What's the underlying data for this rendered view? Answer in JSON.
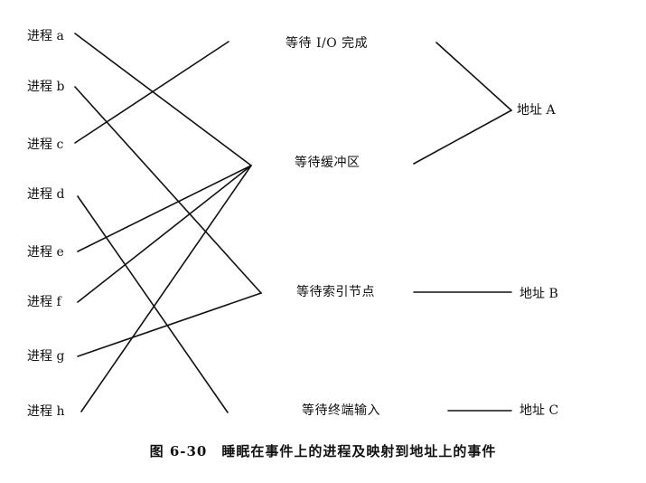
{
  "processes": [
    {
      "id": "a",
      "label": "进程 a"
    },
    {
      "id": "b",
      "label": "进程 b"
    },
    {
      "id": "c",
      "label": "进程 c"
    },
    {
      "id": "d",
      "label": "进程 d"
    },
    {
      "id": "e",
      "label": "进程 e"
    },
    {
      "id": "f",
      "label": "进程 f"
    },
    {
      "id": "g",
      "label": "进程 g"
    },
    {
      "id": "h",
      "label": "进程 h"
    }
  ],
  "events": [
    {
      "id": "io",
      "label": "等待 I/O 完成"
    },
    {
      "id": "buffer",
      "label": "等待缓冲区"
    },
    {
      "id": "inode",
      "label": "等待索引节点"
    },
    {
      "id": "terminal",
      "label": "等待终端输入"
    }
  ],
  "addresses": [
    {
      "id": "A",
      "label": "地址 A"
    },
    {
      "id": "B",
      "label": "地址 B"
    },
    {
      "id": "C",
      "label": "地址 C"
    }
  ],
  "process_to_event": [
    {
      "process": "a",
      "event": "buffer"
    },
    {
      "process": "b",
      "event": "inode"
    },
    {
      "process": "c",
      "event": "io"
    },
    {
      "process": "d",
      "event": "terminal"
    },
    {
      "process": "e",
      "event": "buffer"
    },
    {
      "process": "f",
      "event": "buffer"
    },
    {
      "process": "g",
      "event": "inode"
    },
    {
      "process": "h",
      "event": "buffer"
    }
  ],
  "event_to_address": [
    {
      "event": "io",
      "address": "A"
    },
    {
      "event": "buffer",
      "address": "A"
    },
    {
      "event": "inode",
      "address": "B"
    },
    {
      "event": "terminal",
      "address": "C"
    }
  ],
  "caption": "图 6-30　睡眠在事件上的进程及映射到地址上的事件",
  "line_color": "#111111"
}
